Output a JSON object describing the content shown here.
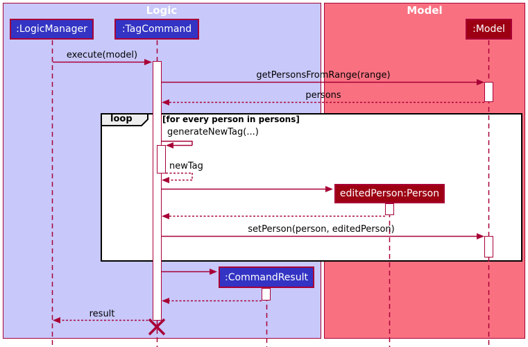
{
  "diagram_type": "uml-sequence-diagram",
  "regions": [
    {
      "label": "Logic",
      "bg": "#C8C8FA"
    },
    {
      "label": "Model",
      "bg": "#F97181"
    }
  ],
  "participants": [
    {
      "label": ":LogicManager",
      "region": "Logic",
      "fill": "#3333C4"
    },
    {
      "label": ":TagCommand",
      "region": "Logic",
      "fill": "#3333C4"
    },
    {
      "label": ":Model",
      "region": "Model",
      "fill": "#9D0012"
    },
    {
      "label": "editedPerson:Person",
      "region": "Model",
      "fill": "#9D0012",
      "created_during_sequence": true
    },
    {
      "label": ":CommandResult",
      "region": "Logic",
      "fill": "#3333C4",
      "created_during_sequence": true
    }
  ],
  "loop_frame": {
    "operator": "loop",
    "guard": "[for every person in persons]"
  },
  "messages": [
    {
      "from": ":LogicManager",
      "to": ":TagCommand",
      "label": "execute(model)",
      "style": "solid"
    },
    {
      "from": ":TagCommand",
      "to": ":Model",
      "label": "getPersonsFromRange(range)",
      "style": "solid"
    },
    {
      "from": ":Model",
      "to": ":TagCommand",
      "label": "persons",
      "style": "dashed-return"
    },
    {
      "from": ":TagCommand",
      "to": ":TagCommand",
      "label": "generateNewTag(...)",
      "style": "solid-self"
    },
    {
      "from": ":TagCommand",
      "to": ":TagCommand",
      "label": "newTag",
      "style": "dashed-self-return"
    },
    {
      "from": ":TagCommand",
      "to": "editedPerson:Person",
      "label": "",
      "style": "solid-create"
    },
    {
      "from": "editedPerson:Person",
      "to": ":TagCommand",
      "label": "",
      "style": "dashed-return"
    },
    {
      "from": ":TagCommand",
      "to": ":Model",
      "label": "setPerson(person, editedPerson)",
      "style": "solid"
    },
    {
      "from": ":TagCommand",
      "to": ":CommandResult",
      "label": "",
      "style": "solid-create"
    },
    {
      "from": ":CommandResult",
      "to": ":TagCommand",
      "label": "",
      "style": "dashed-return"
    },
    {
      "from": ":TagCommand",
      "to": ":LogicManager",
      "label": "result",
      "style": "dashed-return"
    }
  ],
  "lifeline_end": {
    "destroyed_participant": ":TagCommand",
    "marker": "X"
  },
  "colors": {
    "logic_bg": "#C8C8FA",
    "model_bg": "#F97181",
    "line_and_border": "#A80036",
    "logic_box_fill": "#3333C4",
    "model_box_fill": "#9D0012",
    "activation_fill": "#FFFFFF",
    "frame_border": "#000000",
    "message_text": "#000000",
    "box_text": "#FFFFFF"
  }
}
